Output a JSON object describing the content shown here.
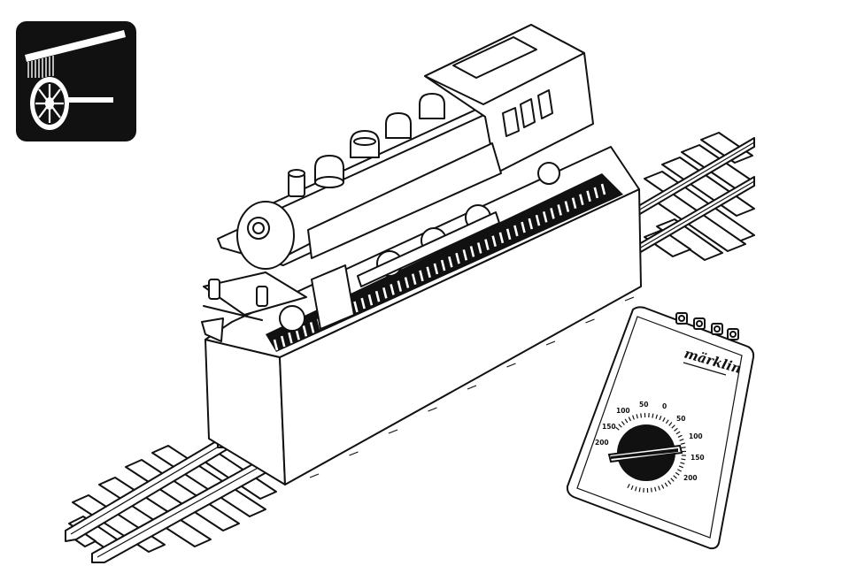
{
  "brand_logo": "märklin",
  "speed_dial": {
    "labels_left": [
      "200",
      "150",
      "100",
      "50"
    ],
    "label_center": "0",
    "labels_right": [
      "50",
      "100",
      "150",
      "200"
    ]
  },
  "icons": {
    "cleaning_pictogram": "wheel-brush-cleaning-icon"
  }
}
